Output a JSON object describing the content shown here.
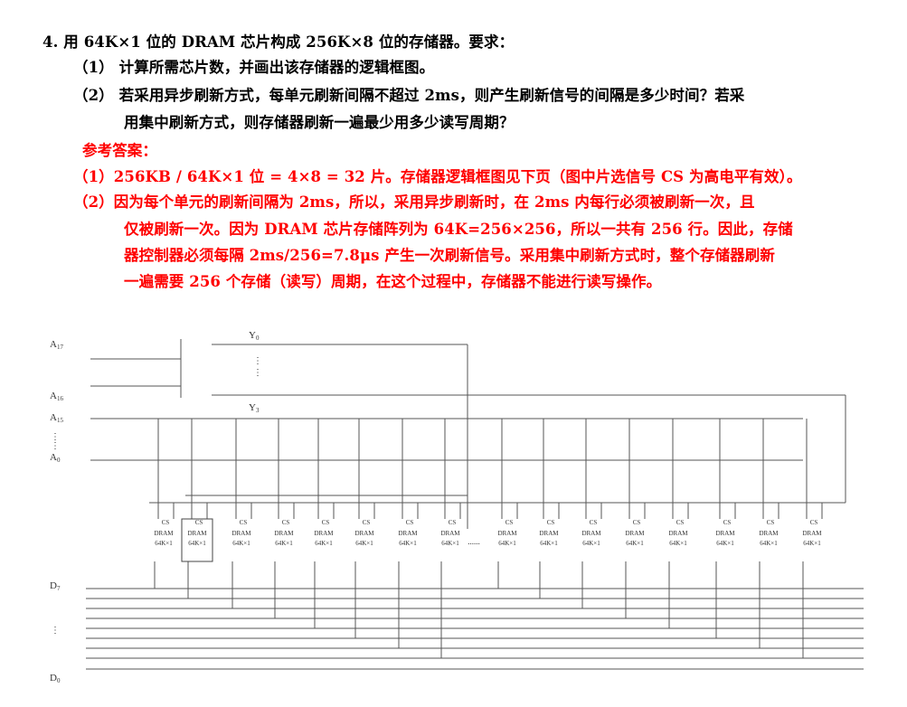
{
  "question": {
    "header": "4.  用 64K×1 位的 DRAM 芯片构成 256K×8 位的存储器。要求：",
    "item1": "（1）  计算所需芯片数，并画出该存储器的逻辑框图。",
    "item2_a": "（2）  若采用异步刷新方式，每单元刷新间隔不超过 2ms，则产生刷新信号的间隔是多少时间？若采",
    "item2_b": "用集中刷新方式，则存储器刷新一遍最少用多少读写周期？"
  },
  "answer": {
    "heading": "参考答案：",
    "a1": "（1）256KB / 64K×1 位  = 4×8 = 32 片。存储器逻辑框图见下页（图中片选信号 CS 为高电平有效）。",
    "a2_1": "（2）因为每个单元的刷新间隔为 2ms，所以，采用异步刷新时，在 2ms 内每行必须被刷新一次，且",
    "a2_2": "仅被刷新一次。因为 DRAM 芯片存储阵列为 64K=256×256，所以一共有 256 行。因此，存储",
    "a2_3": "器控制器必须每隔 2ms/256=7.8μs 产生一次刷新信号。采用集中刷新方式时，整个存储器刷新",
    "a2_4": "一遍需要 256 个存储（读写）周期，在这个过程中，存储器不能进行读写操作。"
  },
  "diagram": {
    "addr_labels": [
      "A17",
      "A16",
      "A15",
      "A0"
    ],
    "decoder_outputs": [
      "Y0",
      "Y3"
    ],
    "data_labels": [
      "D7",
      "D0"
    ],
    "chip_select": "CS",
    "chip_type": "DRAM",
    "chip_size": "64K×1",
    "left_chip_count": 8,
    "right_chip_count": 8,
    "ellipsis": "......",
    "vdots": "⋮"
  }
}
